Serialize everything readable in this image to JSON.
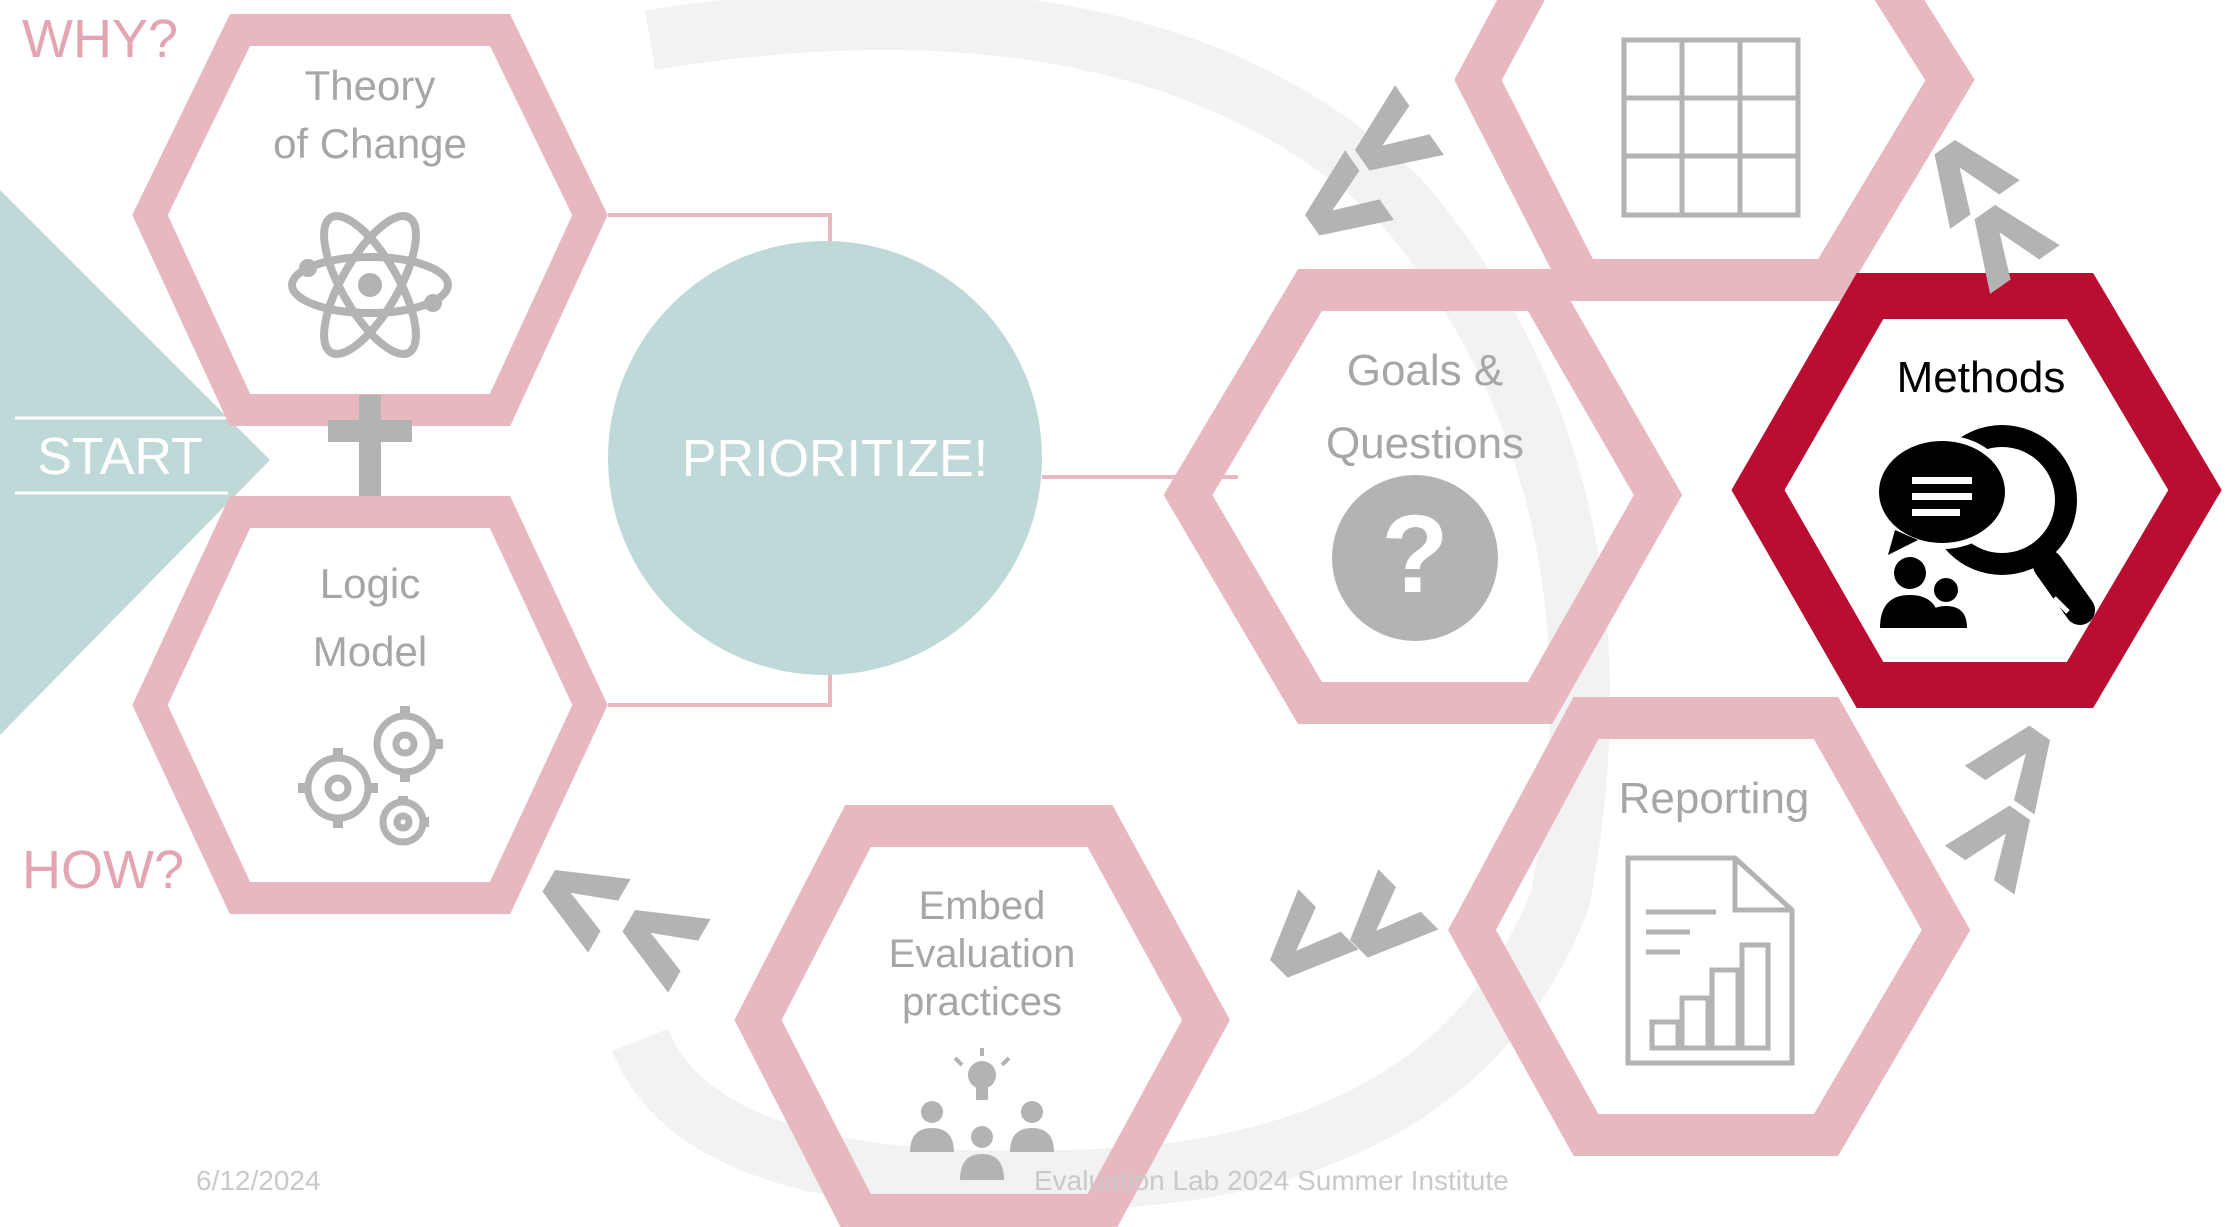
{
  "labels": {
    "why": "WHY?",
    "how": "HOW?",
    "start": "START",
    "prioritize": "PRIORITIZE!"
  },
  "hexes": {
    "theory": {
      "line1": "Theory",
      "line2": "of Change",
      "icon": "atom-icon"
    },
    "logic": {
      "line1": "Logic",
      "line2": "Model",
      "icon": "gears-icon"
    },
    "goals": {
      "line1": "Goals &",
      "line2": "Questions",
      "icon": "question-mark-icon"
    },
    "matrix": {
      "icon": "grid-table-icon"
    },
    "methods": {
      "label": "Methods",
      "icon": "chat-magnifier-people-icon"
    },
    "reporting": {
      "label": "Reporting",
      "icon": "report-chart-icon"
    },
    "embed": {
      "line1": "Embed",
      "line2": "Evaluation",
      "line3": "practices",
      "icon": "lightbulb-people-icon"
    }
  },
  "footer": {
    "date": "6/12/2024",
    "event": "Evaluation Lab 2024 Summer Institute"
  },
  "colors": {
    "hex_pink": "#e8b8c1",
    "hex_active": "#b90e31",
    "teal": "#bfd9d8",
    "gray_icon": "#b3b3b3",
    "gray_text": "#a6a6a6",
    "pink_text": "#e4a5b3"
  }
}
